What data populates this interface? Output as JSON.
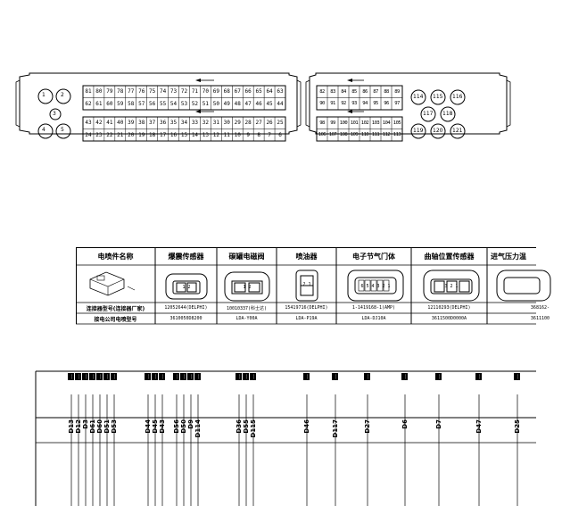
{
  "connector_left": {
    "circles": [
      "1",
      "2",
      "3",
      "4",
      "5"
    ],
    "row1": [
      "81",
      "80",
      "79",
      "78",
      "77",
      "76",
      "75",
      "74",
      "73",
      "72",
      "71",
      "70",
      "69",
      "68",
      "67",
      "66",
      "65",
      "64",
      "63"
    ],
    "row2": [
      "62",
      "61",
      "60",
      "59",
      "58",
      "57",
      "56",
      "55",
      "54",
      "53",
      "52",
      "51",
      "50",
      "49",
      "48",
      "47",
      "46",
      "45",
      "44"
    ],
    "row3": [
      "43",
      "42",
      "41",
      "40",
      "39",
      "38",
      "37",
      "36",
      "35",
      "34",
      "33",
      "32",
      "31",
      "30",
      "29",
      "28",
      "27",
      "26",
      "25"
    ],
    "row4": [
      "24",
      "23",
      "22",
      "21",
      "20",
      "19",
      "18",
      "17",
      "16",
      "15",
      "14",
      "13",
      "12",
      "11",
      "10",
      "9",
      "8",
      "7",
      "6"
    ]
  },
  "connector_right": {
    "row1": [
      "82",
      "83",
      "84",
      "85",
      "86",
      "87",
      "88",
      "89"
    ],
    "row2": [
      "90",
      "91",
      "92",
      "93",
      "94",
      "95",
      "96",
      "97"
    ],
    "row3": [
      "98",
      "99",
      "100",
      "101",
      "102",
      "103",
      "104",
      "105"
    ],
    "row4": [
      "106",
      "107",
      "108",
      "109",
      "110",
      "111",
      "112",
      "113"
    ],
    "circles": [
      "114",
      "115",
      "116",
      "117",
      "118",
      "119",
      "120",
      "121"
    ]
  },
  "table": {
    "headers": [
      "电喷件名称",
      "爆震传感器",
      "碳罐电磁阀",
      "喷油器",
      "电子节气门体",
      "曲轴位置传感器",
      "进气压力温"
    ],
    "icon_labels": [
      "",
      "1 2",
      "1 2",
      "2 1",
      "6 5 4 3 2 1",
      "3 2 1",
      ""
    ],
    "row1_label": "连接器型号(连接器厂家)",
    "row1": [
      "12052644(DELPHI)",
      "10010337(科士达)",
      "15419716(DELPHI)",
      "1-1419168-1(AMP)",
      "12110293(DELPHI)",
      "368162-"
    ],
    "row2_label": "接电公司电喷型号",
    "row2": [
      "3610050D8200",
      "LDA-Y00A",
      "LDA-P19A",
      "LDA-DJ10A",
      "3611500D0000A",
      "3611100"
    ]
  },
  "wiring": {
    "pins": [
      {
        "pin": "D13",
        "label": "…"
      },
      {
        "pin": "D12",
        "label": "…"
      },
      {
        "pin": "D3",
        "label": "…"
      },
      {
        "pin": "D61",
        "label": "…"
      },
      {
        "pin": "D60",
        "label": "…"
      },
      {
        "pin": "D51",
        "label": "…"
      },
      {
        "pin": "D53",
        "label": "…"
      },
      {
        "pin": "D44",
        "label": "…"
      },
      {
        "pin": "D45",
        "label": "…"
      },
      {
        "pin": "D43",
        "label": "…"
      },
      {
        "pin": "D56",
        "label": "…"
      },
      {
        "pin": "D50",
        "label": "…"
      },
      {
        "pin": "D9",
        "label": "…"
      },
      {
        "pin": "D114",
        "label": "…"
      },
      {
        "pin": "D36",
        "label": "…"
      },
      {
        "pin": "D55",
        "label": "…"
      },
      {
        "pin": "D115",
        "label": "…"
      },
      {
        "pin": "D46",
        "label": "…"
      },
      {
        "pin": "D117",
        "label": "…"
      },
      {
        "pin": "D27",
        "label": "…"
      },
      {
        "pin": "D6",
        "label": "…"
      },
      {
        "pin": "D7",
        "label": "…"
      },
      {
        "pin": "D47",
        "label": "…"
      },
      {
        "pin": "D25",
        "label": "…"
      }
    ]
  }
}
